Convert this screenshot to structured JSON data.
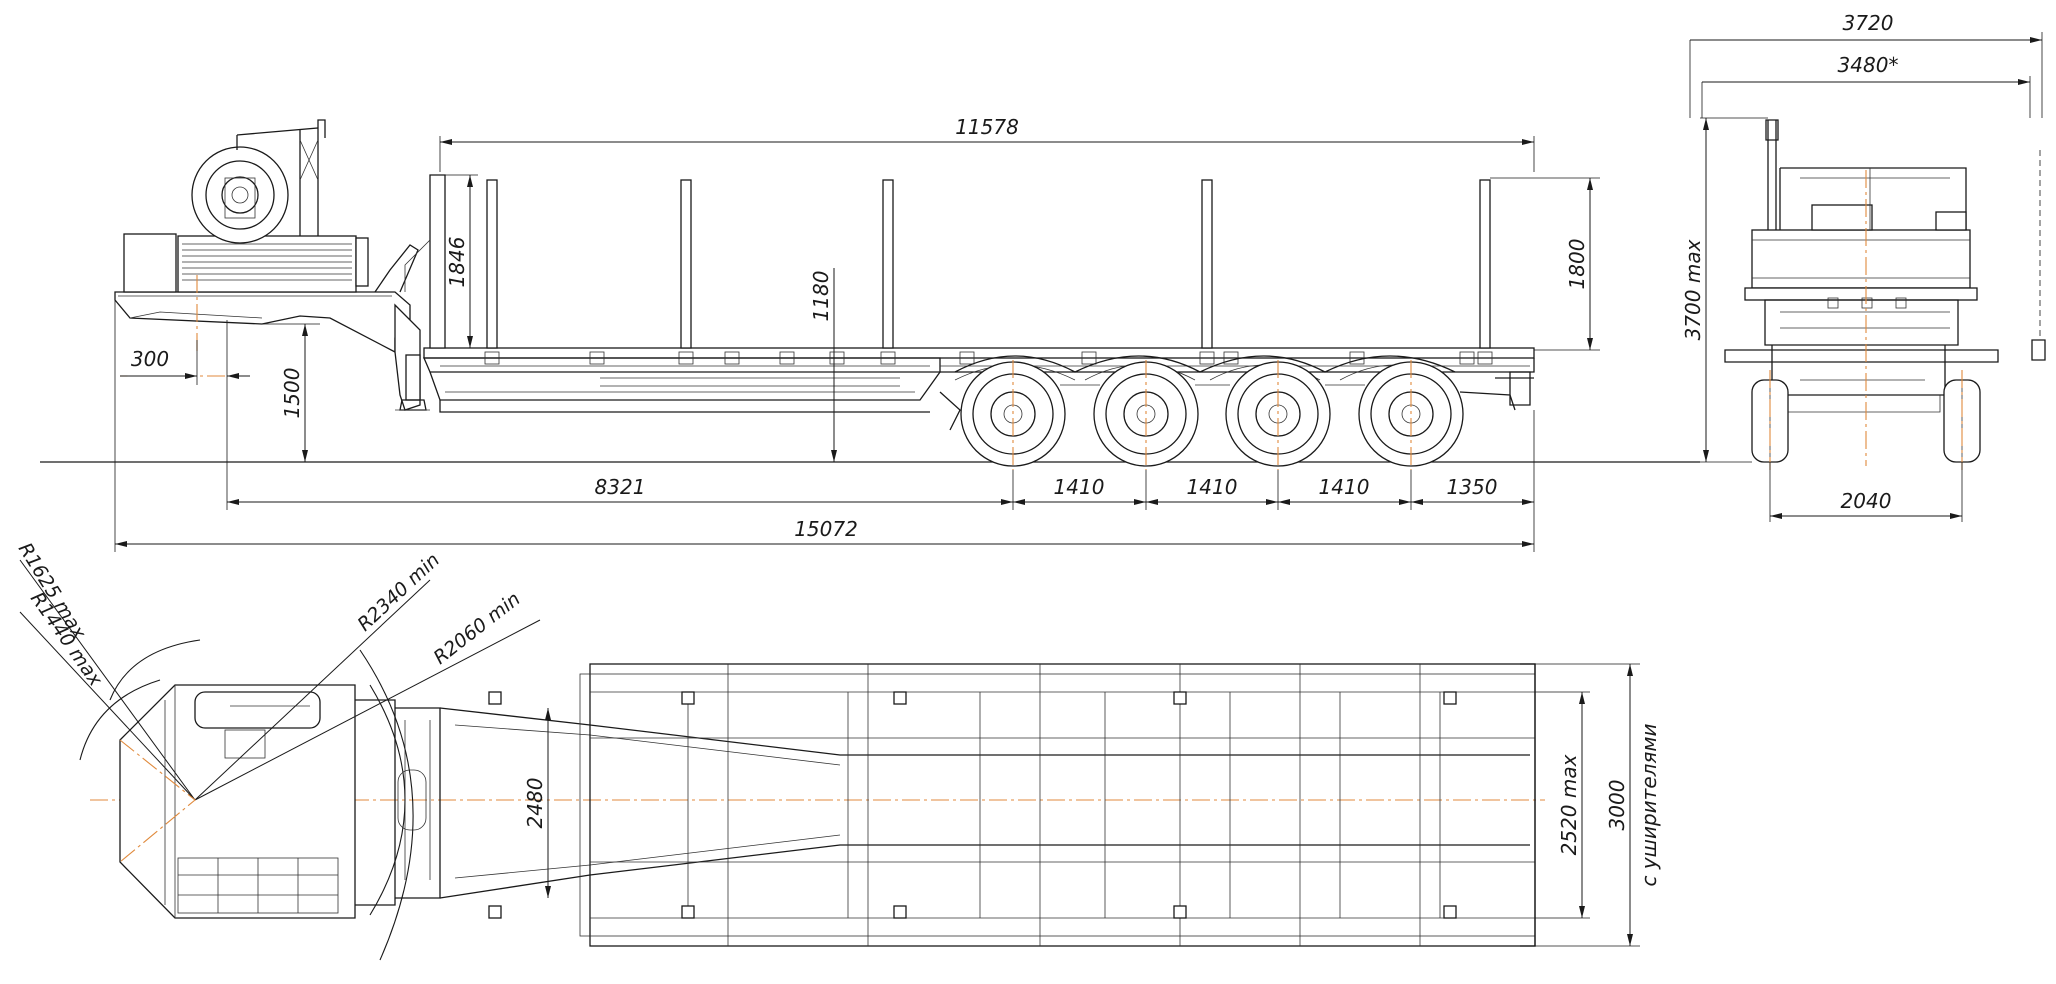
{
  "drawing": {
    "side_view": {
      "platform_length": "11578",
      "stake_height": "1846",
      "deck_to_ground": "1180",
      "stake_height_rear": "1800",
      "kingpin_offset": "300",
      "coupling_height": "1500",
      "front_to_first_axle": "8321",
      "axle_spacing_1": "1410",
      "axle_spacing_2": "1410",
      "axle_spacing_3": "1410",
      "rear_overhang": "1350",
      "overall_length": "15072"
    },
    "rear_view": {
      "overall_width": "3720",
      "width_with_note": "3480*",
      "max_height": "3700 max",
      "track_width": "2040"
    },
    "top_view": {
      "radius_1625": "R1625 max",
      "radius_1440": "R1440 max",
      "radius_2340": "R2340 min",
      "radius_2060": "R2060 min",
      "gooseneck_width": "2480",
      "platform_width": "2520 max",
      "width_extended": "3000",
      "width_extended_note": "с уширителями"
    }
  }
}
